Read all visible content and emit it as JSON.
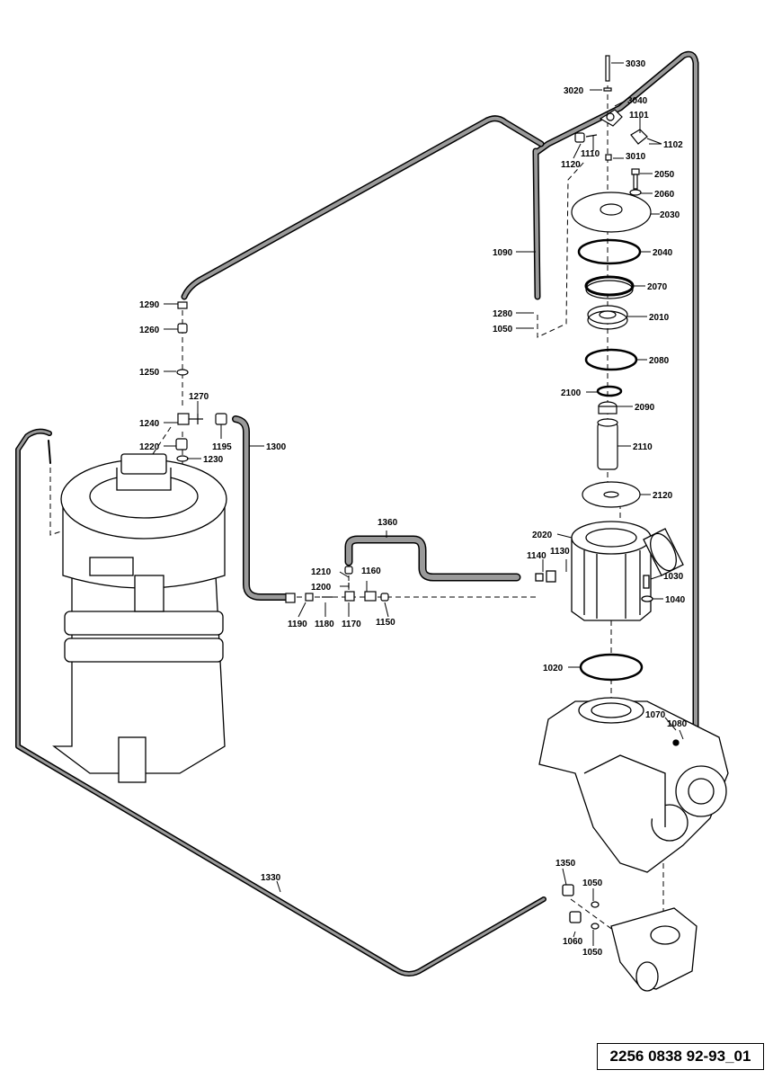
{
  "drawing": {
    "reference_number": "2256 0838 92-93_01",
    "part_labels": [
      "3030",
      "3020",
      "3040",
      "1101",
      "1102",
      "1120",
      "1110",
      "3010",
      "2050",
      "2060",
      "2030",
      "1090",
      "2040",
      "2070",
      "1280",
      "1050",
      "2010",
      "2080",
      "2100",
      "2090",
      "2110",
      "2120",
      "1290",
      "1260",
      "1250",
      "1270",
      "1240",
      "1195",
      "1300",
      "1220",
      "1230",
      "1360",
      "2020",
      "1140",
      "1130",
      "1030",
      "1040",
      "1210",
      "1160",
      "1200",
      "1190",
      "1180",
      "1170",
      "1150",
      "1020",
      "1070",
      "1080",
      "1330",
      "1350",
      "1050",
      "1060",
      "1050"
    ]
  },
  "colors": {
    "line": "#000000",
    "hose": "#8a8a8a",
    "background": "#ffffff"
  }
}
